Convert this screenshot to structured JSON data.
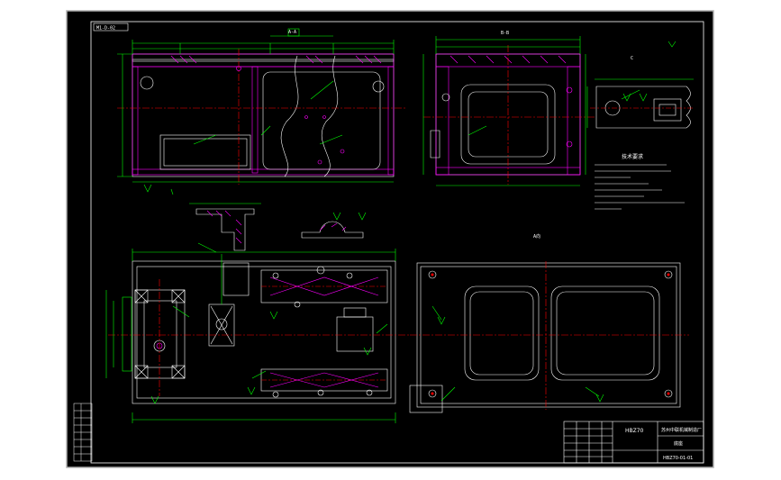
{
  "drawing": {
    "sheet_code": "M1-D-02",
    "title_main": "HBZ70",
    "company": "苏州中联机械制造厂",
    "part_name": "底座",
    "drawing_no": "HBZ70-01-01",
    "tech_requirements_title": "技术要求",
    "section_label_a": "A-A",
    "section_label_b": "B-B",
    "section_label_c": "C",
    "view_label": "A向"
  },
  "colors": {
    "background": "#000000",
    "outer_bg": "#ffffff",
    "border": "#ffffff",
    "outline": "#ffffff",
    "dimension": "#00ff00",
    "hatch": "#ff00ff",
    "center": "#ff0000",
    "text": "#ffffff",
    "cyan": "#00ffff",
    "frame": "#b0b0b0"
  }
}
